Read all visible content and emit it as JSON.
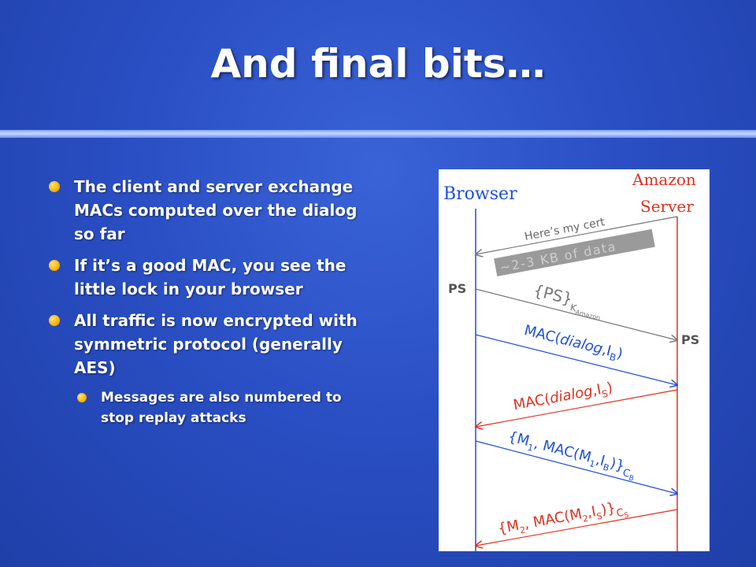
{
  "slide": {
    "title": "And final bits…",
    "bullets": [
      {
        "text": "The client and server exchange MACs computed over the dialog so far",
        "level": 1
      },
      {
        "text": "If it’s a good MAC, you see the little lock in your browser",
        "level": 1
      },
      {
        "text": "All traffic is now encrypted with symmetric protocol (generally AES)",
        "level": 1
      },
      {
        "text": "Messages are also numbered to stop replay attacks",
        "level": 2
      }
    ]
  },
  "diagram": {
    "browser_label": "Browser",
    "server_label_line1": "Amazon",
    "server_label_line2": "Server",
    "cert_label": "Here’s my cert",
    "data_label": "~2-3 KB of data",
    "ps_left": "PS",
    "ps_right": "PS",
    "ps_enc_label": "{PS}",
    "ps_enc_sub_k": "K",
    "ps_enc_sub_amazon": "Amazon",
    "mac_b": {
      "prefix": "MAC(",
      "arg": "dialog",
      "sep": ",I",
      "sub": "B",
      "suffix": ")"
    },
    "mac_s": {
      "prefix": "MAC(",
      "arg": "dialog",
      "sep": ",I",
      "sub": "S",
      "suffix": ")"
    },
    "msg1": {
      "open": "{M",
      "sub1": "1",
      "mid": ", MAC(M",
      "sub2": "1",
      "sep": ",I",
      "sub3": "B",
      "close": ")}",
      "keyC": "C",
      "keySub": "B"
    },
    "msg2": {
      "open": "{M",
      "sub1": "2",
      "mid": ", MAC(M",
      "sub2": "2",
      "sep": ",I",
      "sub3": "S",
      "close": ")}",
      "keyC": "C",
      "keySub": "S"
    },
    "colors": {
      "browser": "#1f4fd6",
      "server": "#e0301e",
      "gray": "#777777",
      "blue_text": "#1f4fd6",
      "red_text": "#e0301e",
      "data_box": "#9a9a9a"
    }
  }
}
